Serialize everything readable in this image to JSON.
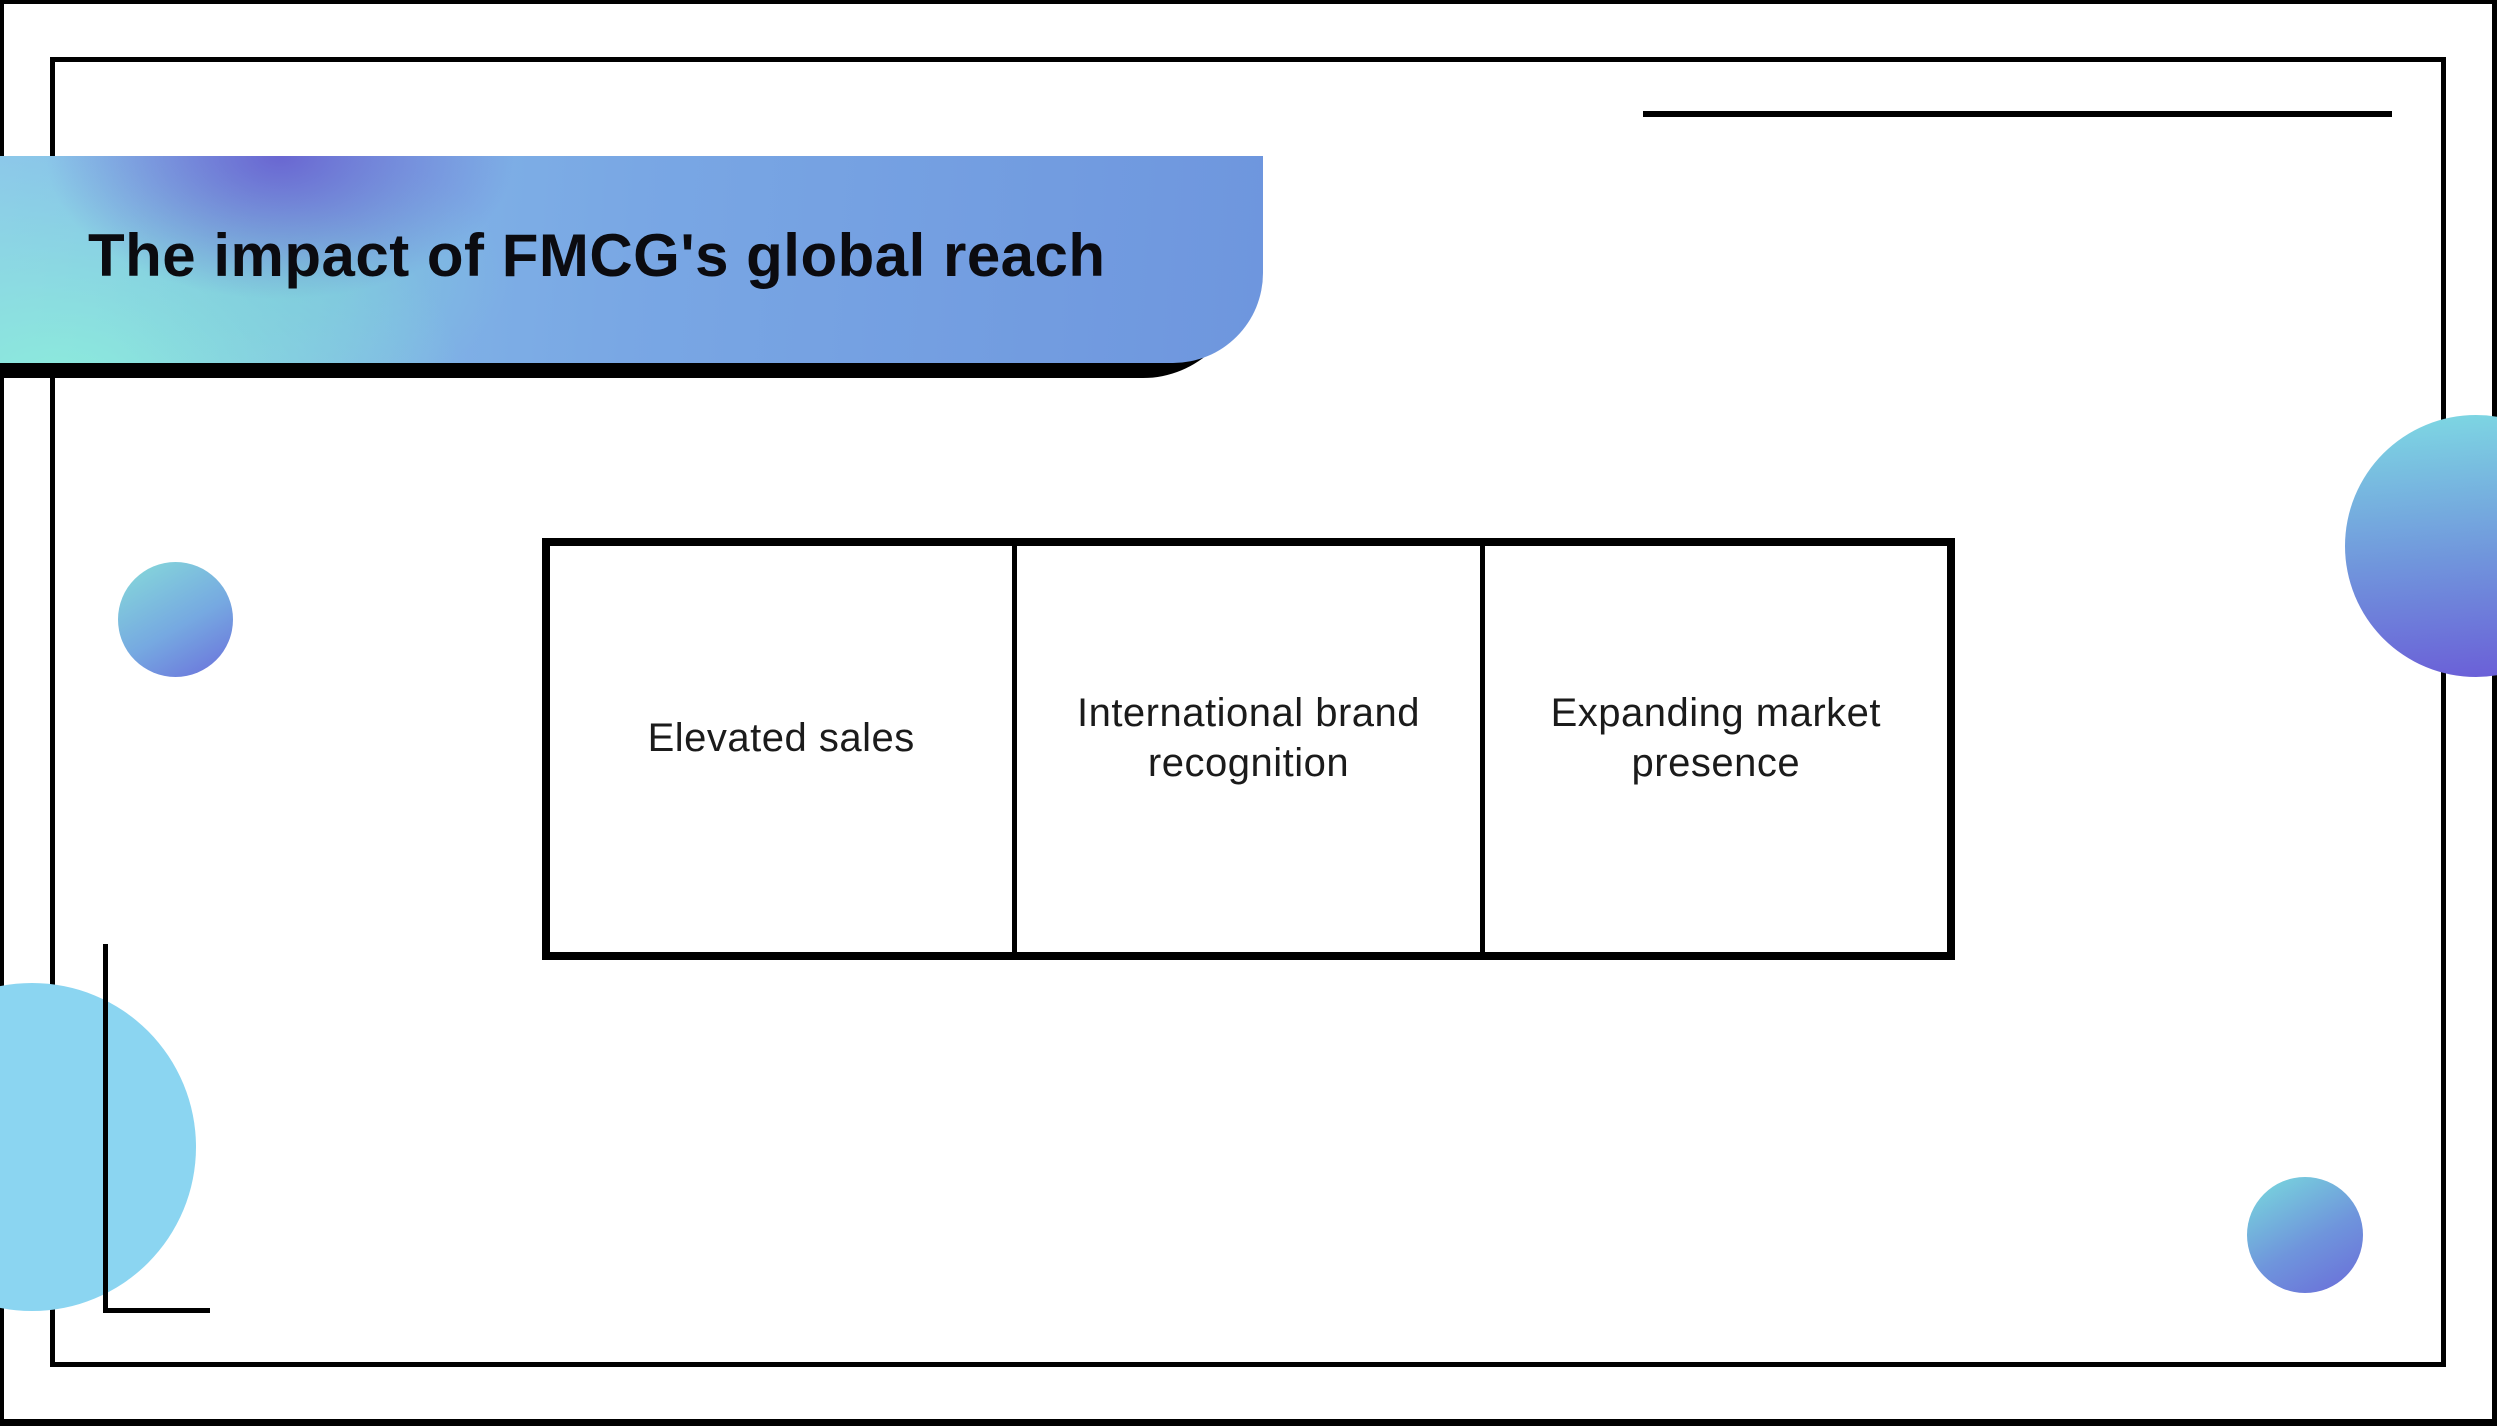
{
  "slide": {
    "title": "The impact of FMCG's global reach",
    "boxes": [
      {
        "label": "Elevated sales"
      },
      {
        "label": "International brand recognition"
      },
      {
        "label": "Expanding market presence"
      }
    ],
    "colors": {
      "accent_black": "#000000",
      "banner_blue": "#79a7e4",
      "banner_purple": "#6862d0",
      "banner_mint": "#8cf0da",
      "half_circle_blue": "#8bd5f1",
      "circle_teal": "#7edae3",
      "circle_indigo": "#6a5bd7",
      "title_text": "#0b0b10",
      "box_text": "#1b1b1b"
    }
  }
}
